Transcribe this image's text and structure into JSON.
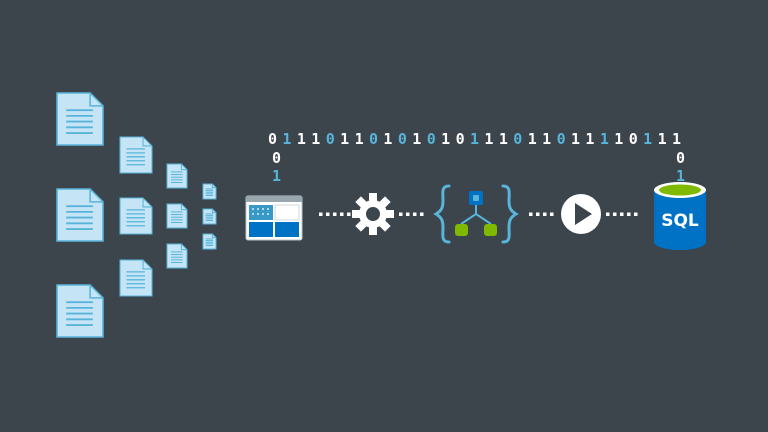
{
  "colors": {
    "background": "#3c444c",
    "doc_fill": "#c5e5f7",
    "doc_stroke": "#59b4d9",
    "doc_lines": "#59b4d9",
    "bit_white": "#ffffff",
    "bit_blue": "#59b4d9",
    "connector": "#ffffff",
    "azure_blue": "#0072c6",
    "accent_green": "#7fba00",
    "brace": "#59b4d9"
  },
  "bits": {
    "row": "01110110101010111011011110111",
    "row_colors": "wbwwbwwbwbwbwwbwwbwwbwwbwwbww",
    "left_column": [
      "0",
      "1"
    ],
    "left_column_colors": [
      "w",
      "b"
    ],
    "right_column": [
      "0",
      "1"
    ],
    "right_column_colors": [
      "w",
      "b"
    ]
  },
  "icons": {
    "storage": "storage-tiles-icon",
    "settings": "gear-icon",
    "pipeline": "data-factory-pipeline-icon",
    "run": "play-icon",
    "database": "sql-database-icon"
  },
  "database": {
    "label": "SQL"
  }
}
